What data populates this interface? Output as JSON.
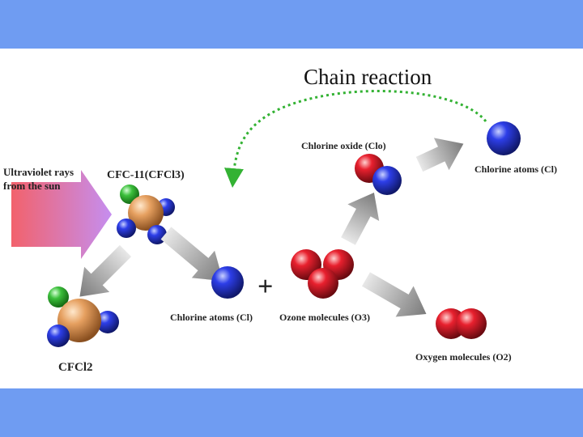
{
  "colors": {
    "band": "#6f9cf2",
    "arrow_gray": "#7a7a7a",
    "cycle_arrow": "#33b233",
    "uv_arrow_start": "#f2626c",
    "uv_arrow_end": "#c58ef0",
    "chlorine": "#2d3ee8",
    "oxygen": "#e8202e",
    "carbon": "#e6a060",
    "fluorine": "#3bbf3b"
  },
  "diagram": {
    "title": "Chain reaction",
    "uv_label_line1": "Ultraviolet rays",
    "uv_label_line2": "from the sun",
    "cfc11_label": "CFC-11(CFCl3)",
    "cfcl2_label": "CFCl2",
    "chlorine_atom_label": "Chlorine atoms (Cl)",
    "plus_sign": "+",
    "ozone_label": "Ozone molecules (O3)",
    "chlorine_oxide_label": "Chlorine oxide (Clo)",
    "chlorine_atom_label_right": "Chlorine atoms (Cl)",
    "oxygen_label": "Oxygen molecules (O2)"
  }
}
